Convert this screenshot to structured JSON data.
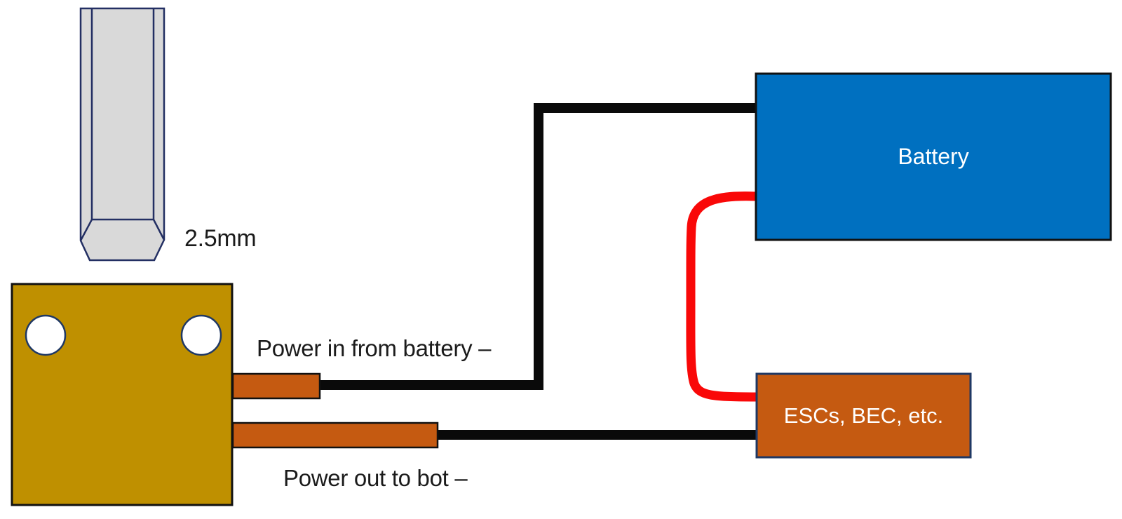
{
  "diagram": {
    "hex_key_label": "2.5mm",
    "power_in_label": "Power in from battery –",
    "power_out_label": "Power out to bot –",
    "battery_label": "Battery",
    "esc_label": "ESCs, BEC, etc."
  },
  "colors": {
    "background": "#ffffff",
    "switch_gold": "#BF9000",
    "tab_orange": "#C55A11",
    "esc_orange": "#C55A11",
    "battery_blue": "#0070C0",
    "wire_black": "#0a0a0a",
    "wire_red": "#F90808",
    "outline_navy": "#1F3864",
    "hexkey_outline_navy": "#232F63",
    "hexkey_gray": "#D9D9D9",
    "box_border_black": "#111111",
    "label_text": "#1b1b1b",
    "box_label_text": "#ffffff"
  }
}
